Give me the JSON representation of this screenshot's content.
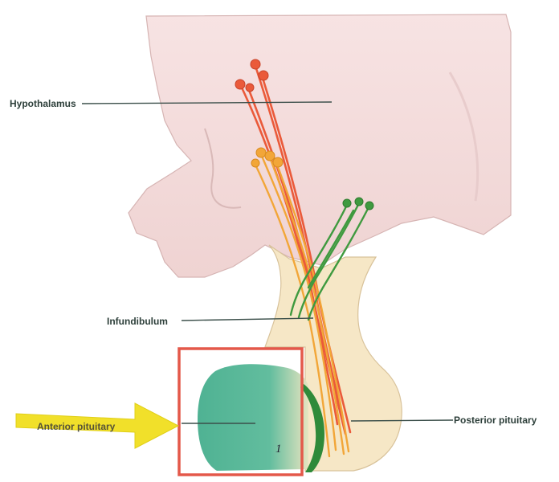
{
  "labels": {
    "hypothalamus": "Hypothalamus",
    "infundibulum": "Infundibulum",
    "posterior_pituitary": "Posterior pituitary",
    "anterior_pituitary": "Anterior pituitary",
    "specimen_mark": "1"
  },
  "colors": {
    "hypothalamus_fill": "#f4dcdc",
    "pituitary_fill": "#f6e7c6",
    "anterior_fill": "#55b797",
    "red_neuron": "#ea5a3a",
    "orange_neuron": "#f2a638",
    "green_neuron": "#3f9a3f",
    "highlight_box": "#e4584a",
    "arrow": "#f1e02a",
    "leader_line": "#3b4f4a"
  }
}
